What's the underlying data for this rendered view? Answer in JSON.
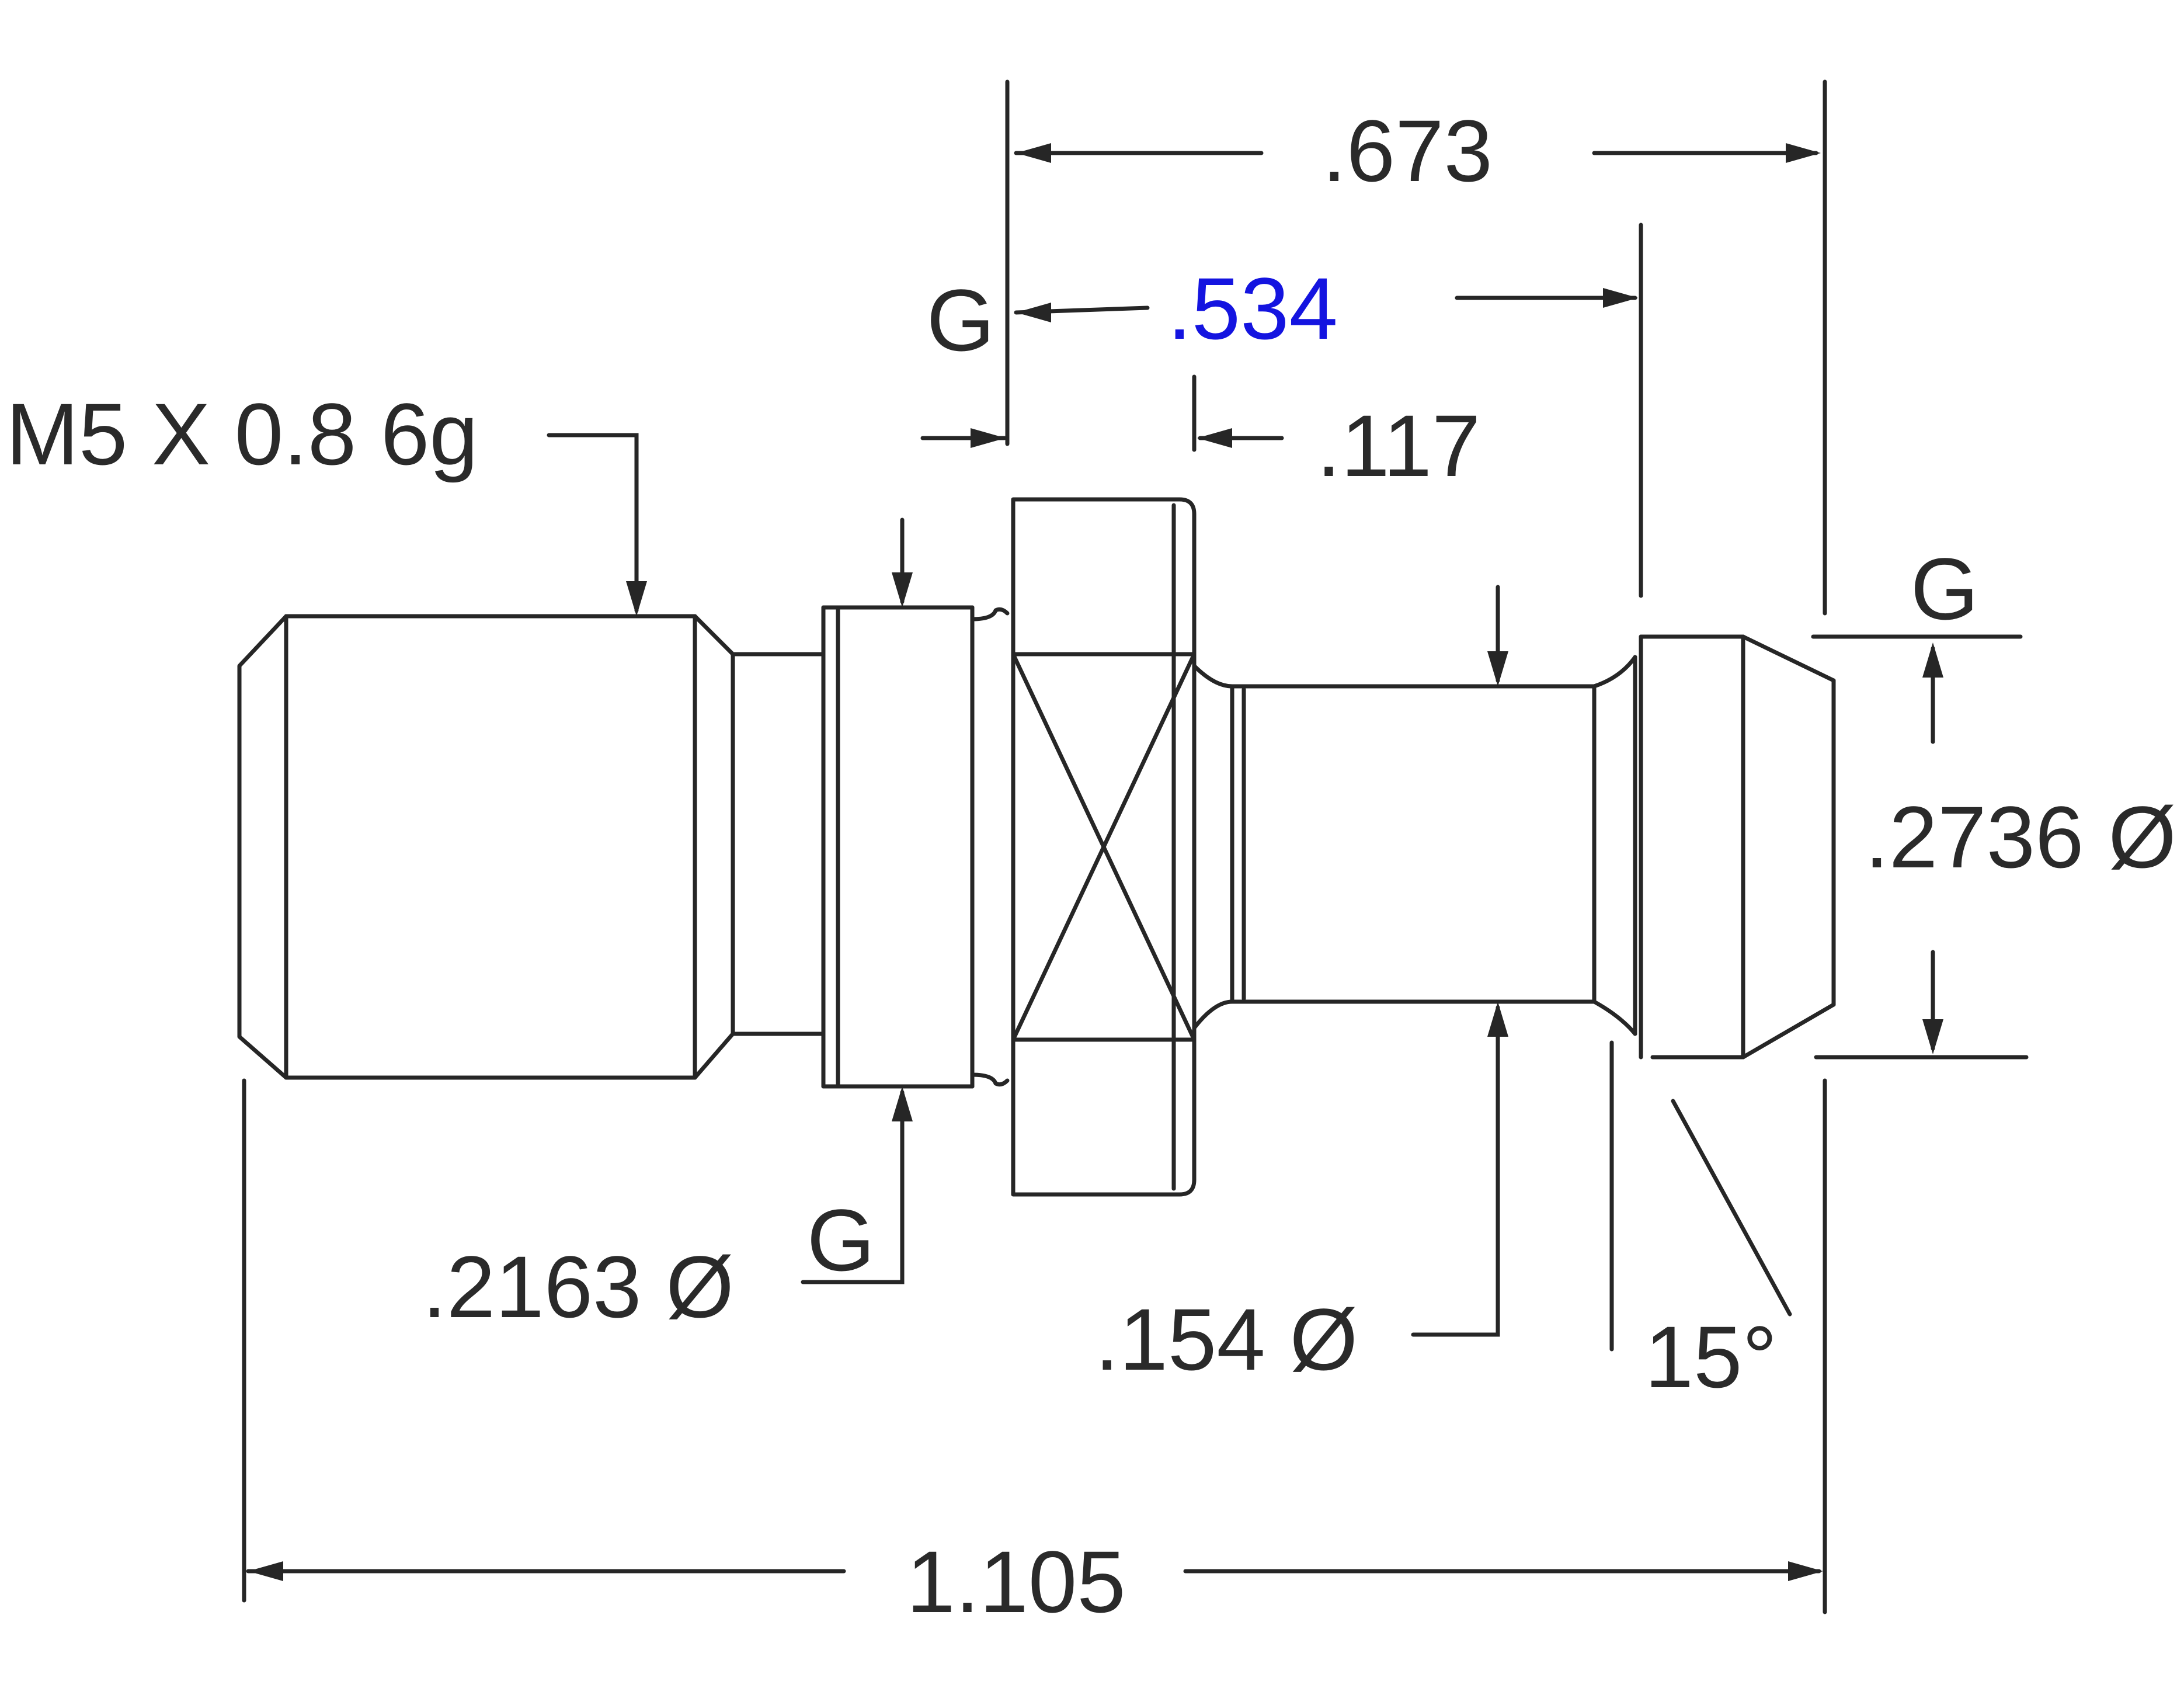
{
  "drawing": {
    "labels": {
      "thread_spec": "M5 X 0.8 6g",
      "overall_length": "1.105",
      "dim_673": ".673",
      "dim_534": ".534",
      "dim_117": ".117",
      "dia_2163": ".2163 Ø",
      "dia_154": ".154 Ø",
      "dia_2736": ".2736 Ø",
      "angle": "15°",
      "datum_g_top": "G",
      "datum_g_right": "G",
      "datum_g_bottom": "G"
    },
    "colors": {
      "line": "#262626",
      "text": "#2a2a2a",
      "highlight": "#1414e0"
    }
  }
}
